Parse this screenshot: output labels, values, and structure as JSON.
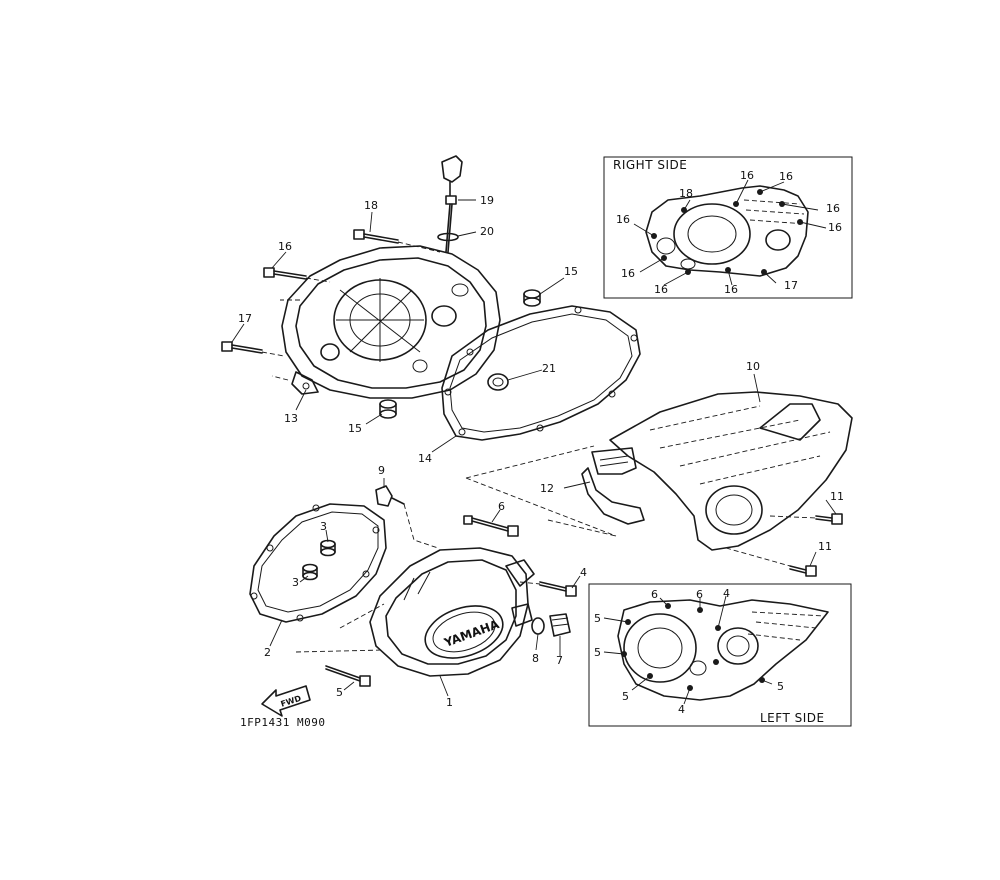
{
  "diagram": {
    "callouts": {
      "c1": "1",
      "c2": "2",
      "c3a": "3",
      "c3b": "3",
      "c4": "4",
      "c5": "5",
      "c6": "6",
      "c7": "7",
      "c8": "8",
      "c9": "9",
      "c10": "10",
      "c11a": "11",
      "c11b": "11",
      "c12": "12",
      "c13": "13",
      "c14": "14",
      "c15a": "15",
      "c15b": "15",
      "c16": "16",
      "c17": "17",
      "c18": "18",
      "c19": "19",
      "c20": "20",
      "c21": "21"
    },
    "right_side_inset": {
      "title": "RIGHT SIDE",
      "labels": {
        "r16a": "16",
        "r16b": "16",
        "r18": "18",
        "r16c": "16",
        "r16d": "16",
        "r16e": "16",
        "r16f": "16",
        "r16g": "16",
        "r16h": "16",
        "r17": "17"
      }
    },
    "left_side_inset": {
      "title": "LEFT SIDE",
      "labels": {
        "l6a": "6",
        "l6b": "6",
        "l4a": "4",
        "l5a": "5",
        "l5b": "5",
        "l5c": "5",
        "l5d": "5",
        "l4b": "4"
      }
    },
    "logo_text": "YAMAHA",
    "fwd_label": "FWD",
    "figure_code": "1FP1431  M090"
  }
}
